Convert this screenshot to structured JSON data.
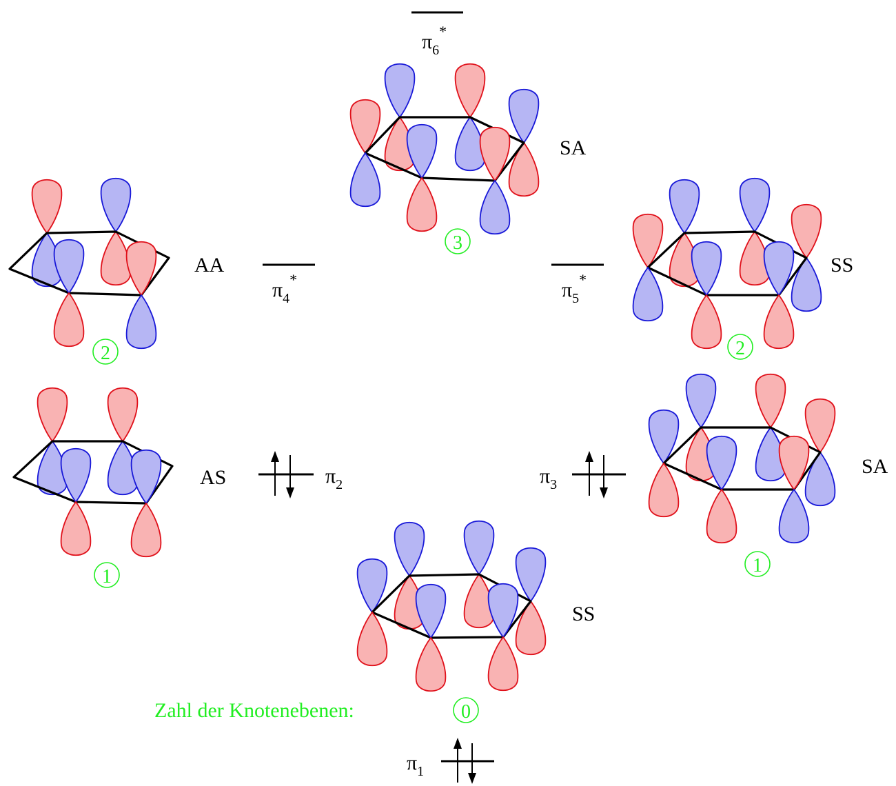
{
  "legend": {
    "label": "Zahl der Knotenebenen:",
    "value": "0"
  },
  "orbitals": [
    {
      "id": "pi1",
      "symbol": "π",
      "sub": "1",
      "sup": "",
      "symmetry": "SS",
      "nodes": "0",
      "electrons": 2,
      "pattern": "all-blue-top"
    },
    {
      "id": "pi2",
      "symbol": "π",
      "sub": "2",
      "sup": "",
      "symmetry": "AS",
      "nodes": "1",
      "electrons": 2,
      "pattern": "AS"
    },
    {
      "id": "pi3",
      "symbol": "π",
      "sub": "3",
      "sup": "",
      "symmetry": "SA",
      "nodes": "1",
      "electrons": 2,
      "pattern": "SA-bonding"
    },
    {
      "id": "pi4",
      "symbol": "π",
      "sub": "4",
      "sup": "*",
      "symmetry": "AA",
      "nodes": "2",
      "electrons": 0,
      "pattern": "AA"
    },
    {
      "id": "pi5",
      "symbol": "π",
      "sub": "5",
      "sup": "*",
      "symmetry": "SS",
      "nodes": "2",
      "electrons": 0,
      "pattern": "SS-antibonding"
    },
    {
      "id": "pi6",
      "symbol": "π",
      "sub": "6",
      "sup": "*",
      "symmetry": "SA",
      "nodes": "3",
      "electrons": 0,
      "pattern": "alternating"
    }
  ],
  "colors": {
    "lobe_red_fill": "#f9b3b3",
    "lobe_red_stroke": "#e0101a",
    "lobe_blue_fill": "#b6b6f4",
    "lobe_blue_stroke": "#1818d8",
    "node_label": "#22ee22"
  }
}
